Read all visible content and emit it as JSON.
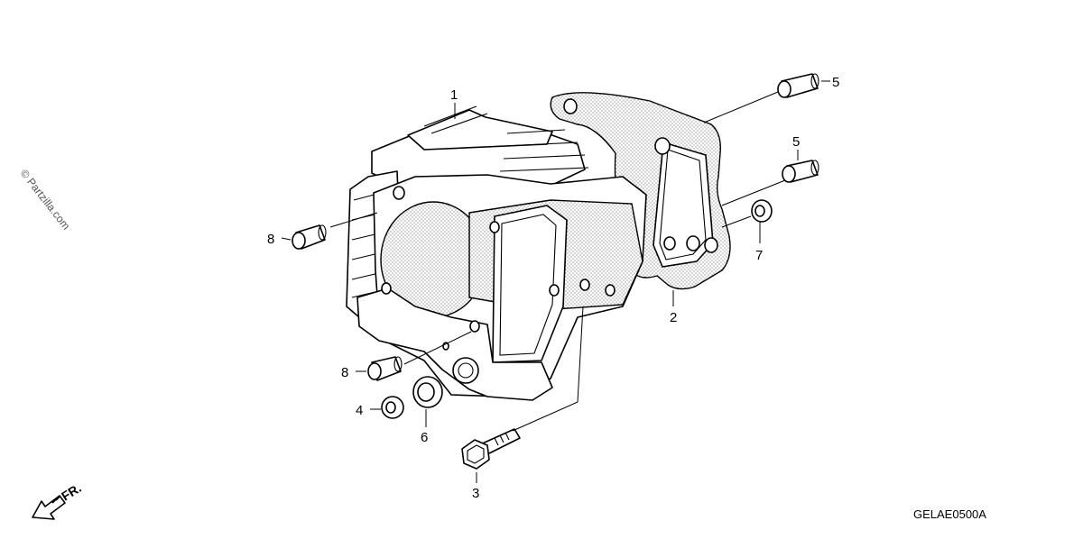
{
  "watermark": "© Partzilla.com",
  "direction_label": "FR.",
  "diagram_code": "GELAE0500A",
  "callouts": {
    "c1": "1",
    "c2": "2",
    "c3": "3",
    "c4": "4",
    "c5a": "5",
    "c5b": "5",
    "c6": "6",
    "c7": "7",
    "c8a": "8",
    "c8b": "8"
  }
}
